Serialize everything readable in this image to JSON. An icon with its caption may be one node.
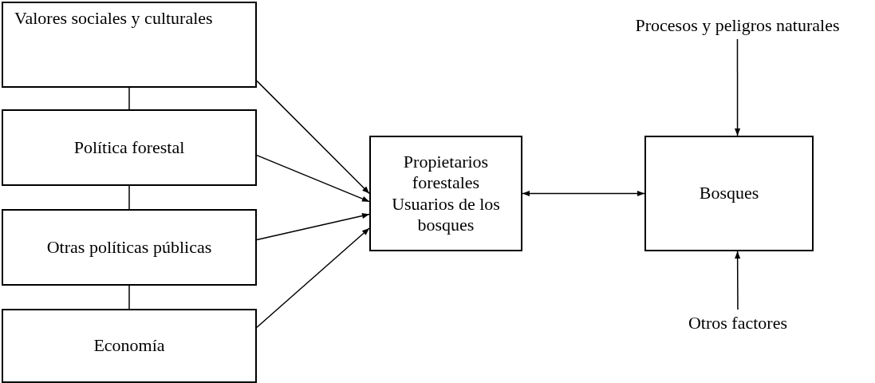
{
  "diagram": {
    "nodes": [
      {
        "text": [
          "Valores sociales y culturales"
        ]
      },
      {
        "text": [
          "Política forestal"
        ]
      },
      {
        "text": [
          "Otras políticas públicas"
        ]
      },
      {
        "text": [
          "Economía"
        ]
      },
      {
        "text": [
          "Propietarios forestales Usuarios de los bosques"
        ]
      },
      {
        "text": [
          "Bosques"
        ]
      },
      {
        "text": [
          "Procesos y peligros naturales"
        ]
      },
      {
        "text": [
          "Otros factores"
        ]
      }
    ],
    "edges": [
      {
        "from": 0,
        "to": 1,
        "arrow": "none"
      },
      {
        "from": 1,
        "to": 2,
        "arrow": "none"
      },
      {
        "from": 2,
        "to": 3,
        "arrow": "none"
      },
      {
        "from": 0,
        "to": 4,
        "arrow": "to"
      },
      {
        "from": 1,
        "to": 4,
        "arrow": "to"
      },
      {
        "from": 2,
        "to": 4,
        "arrow": "to"
      },
      {
        "from": 3,
        "to": 4,
        "arrow": "to"
      },
      {
        "from": 4,
        "to": 5,
        "arrow": "both"
      },
      {
        "from": 6,
        "to": 5,
        "arrow": "to"
      },
      {
        "from": 7,
        "to": 5,
        "arrow": "to"
      }
    ]
  }
}
